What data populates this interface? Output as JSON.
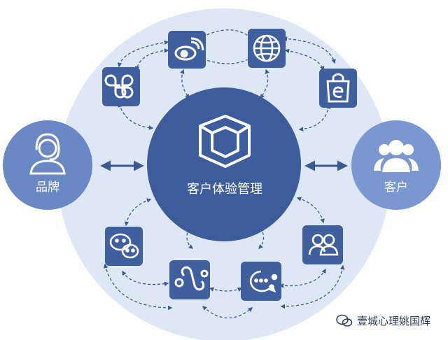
{
  "center": {
    "label": "客户体验管理",
    "icon": "cube-icon"
  },
  "left": {
    "label": "品牌",
    "icon": "headset-user-icon"
  },
  "right": {
    "label": "客户",
    "icon": "users-group-icon"
  },
  "channels": [
    {
      "name": "weibo",
      "icon": "weibo-icon"
    },
    {
      "name": "web",
      "icon": "globe-icon"
    },
    {
      "name": "app-grid",
      "icon": "flower-grid-icon"
    },
    {
      "name": "ecommerce",
      "icon": "shopping-bag-e-icon"
    },
    {
      "name": "wechat",
      "icon": "wechat-icon"
    },
    {
      "name": "mini-program",
      "icon": "mini-program-icon"
    },
    {
      "name": "chat-support",
      "icon": "chat-bubble-icon"
    },
    {
      "name": "community",
      "icon": "people-icon"
    }
  ],
  "watermark": {
    "text": "壹城心理姚国辉",
    "icon": "wechat-watermark-icon"
  },
  "colors": {
    "outer_circle": "#dde7f5",
    "primary": "#3f5f9e",
    "center_fill": "#3d5c9c",
    "side_fill": "#6a88c3",
    "right_fill": "#7b97cf",
    "arrow": "#3c5a8f"
  }
}
